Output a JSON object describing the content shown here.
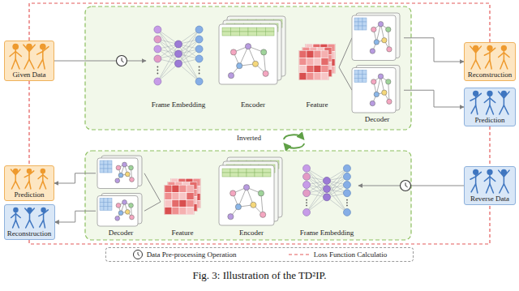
{
  "diagram": {
    "caption": "Fig. 3: Illustration of the TD²IP.",
    "nodes": [
      {
        "text": [
          "Given Data"
        ]
      },
      {
        "text": [
          "Frame Embedding"
        ]
      },
      {
        "text": [
          "Encoder"
        ]
      },
      {
        "text": [
          "Feature"
        ]
      },
      {
        "text": [
          "Decoder"
        ]
      },
      {
        "text": [
          "Reconstruction"
        ]
      },
      {
        "text": [
          "Prediction"
        ]
      },
      {
        "text": [
          "Prediction"
        ]
      },
      {
        "text": [
          "Reconstruction"
        ]
      },
      {
        "text": [
          "Decoder"
        ]
      },
      {
        "text": [
          "Feature"
        ]
      },
      {
        "text": [
          "Encoder"
        ]
      },
      {
        "text": [
          "Frame Embedding"
        ]
      },
      {
        "text": [
          "Reverse Data"
        ]
      }
    ],
    "edges": [
      {
        "from": 0,
        "to": 1,
        "arrow": "to"
      },
      {
        "from": 3,
        "to": 4,
        "arrow": "none"
      },
      {
        "from": 4,
        "to": 5,
        "arrow": "to"
      },
      {
        "from": 4,
        "to": 6,
        "arrow": "to"
      },
      {
        "from": 13,
        "to": 12,
        "arrow": "to"
      },
      {
        "from": 10,
        "to": 9,
        "arrow": "none"
      },
      {
        "from": 9,
        "to": 7,
        "arrow": "to"
      },
      {
        "from": 9,
        "to": 8,
        "arrow": "to"
      },
      {
        "from": 0,
        "to": 5,
        "arrow": "none"
      },
      {
        "from": 0,
        "to": 7,
        "arrow": "none"
      },
      {
        "from": 6,
        "to": 13,
        "arrow": "none"
      },
      {
        "from": 8,
        "to": 13,
        "arrow": "none"
      }
    ],
    "labels": [
      "Inverted"
    ],
    "legend": [
      {
        "text": "Data Pre-processing Operation"
      },
      {
        "text": "Loss Function Calculatio"
      }
    ]
  }
}
